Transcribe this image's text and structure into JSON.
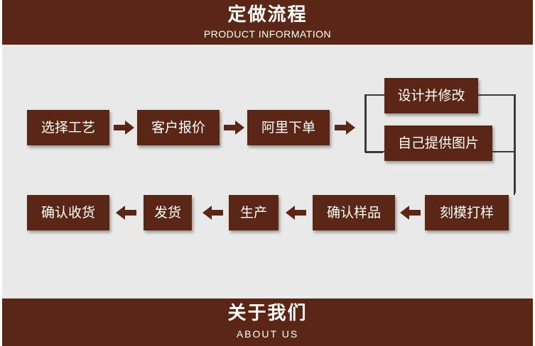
{
  "header": {
    "title": "定做流程",
    "subtitle": "PRODUCT INFORMATION"
  },
  "footer": {
    "title": "关于我们",
    "subtitle": "ABOUT US"
  },
  "flow": {
    "row1": [
      "选择工艺",
      "客户报价",
      "阿里下单"
    ],
    "branch": [
      "设计并修改",
      "自己提供图片"
    ],
    "row2": [
      "刻模打样",
      "确认样品",
      "生产",
      "发货",
      "确认收货"
    ]
  },
  "colors": {
    "banner": "#5a2716",
    "box": "#5a2716",
    "background": "#e9e9e9",
    "arrow": "#5a2716",
    "line": "#3a3a3a"
  }
}
